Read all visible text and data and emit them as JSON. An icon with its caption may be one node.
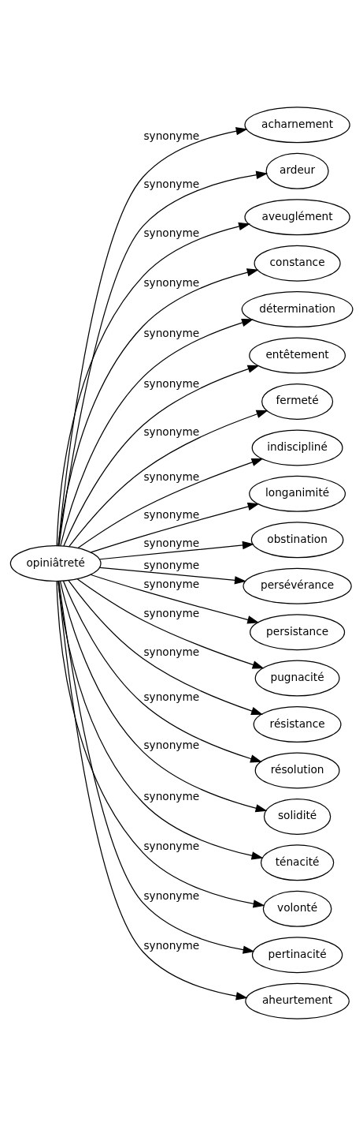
{
  "diagram": {
    "nodes": [
      {
        "text": [
          "opiniâtreté"
        ]
      },
      {
        "text": [
          "acharnement"
        ]
      },
      {
        "text": [
          "ardeur"
        ]
      },
      {
        "text": [
          "aveuglément"
        ]
      },
      {
        "text": [
          "constance"
        ]
      },
      {
        "text": [
          "détermination"
        ]
      },
      {
        "text": [
          "entêtement"
        ]
      },
      {
        "text": [
          "fermeté"
        ]
      },
      {
        "text": [
          "indiscipliné"
        ]
      },
      {
        "text": [
          "longanimité"
        ]
      },
      {
        "text": [
          "obstination"
        ]
      },
      {
        "text": [
          "persévérance"
        ]
      },
      {
        "text": [
          "persistance"
        ]
      },
      {
        "text": [
          "pugnacité"
        ]
      },
      {
        "text": [
          "résistance"
        ]
      },
      {
        "text": [
          "résolution"
        ]
      },
      {
        "text": [
          "solidité"
        ]
      },
      {
        "text": [
          "ténacité"
        ]
      },
      {
        "text": [
          "volonté"
        ]
      },
      {
        "text": [
          "pertinacité"
        ]
      },
      {
        "text": [
          "aheurtement"
        ]
      }
    ],
    "edges": [
      {
        "from": 0,
        "to": 1,
        "arrow": "to",
        "label": "synonyme"
      },
      {
        "from": 0,
        "to": 2,
        "arrow": "to",
        "label": "synonyme"
      },
      {
        "from": 0,
        "to": 3,
        "arrow": "to",
        "label": "synonyme"
      },
      {
        "from": 0,
        "to": 4,
        "arrow": "to",
        "label": "synonyme"
      },
      {
        "from": 0,
        "to": 5,
        "arrow": "to",
        "label": "synonyme"
      },
      {
        "from": 0,
        "to": 6,
        "arrow": "to",
        "label": "synonyme"
      },
      {
        "from": 0,
        "to": 7,
        "arrow": "to",
        "label": "synonyme"
      },
      {
        "from": 0,
        "to": 8,
        "arrow": "to",
        "label": "synonyme"
      },
      {
        "from": 0,
        "to": 9,
        "arrow": "to",
        "label": "synonyme"
      },
      {
        "from": 0,
        "to": 10,
        "arrow": "to",
        "label": "synonyme"
      },
      {
        "from": 0,
        "to": 11,
        "arrow": "to",
        "label": "synonyme"
      },
      {
        "from": 0,
        "to": 12,
        "arrow": "to",
        "label": "synonyme"
      },
      {
        "from": 0,
        "to": 13,
        "arrow": "to",
        "label": "synonyme"
      },
      {
        "from": 0,
        "to": 14,
        "arrow": "to",
        "label": "synonyme"
      },
      {
        "from": 0,
        "to": 15,
        "arrow": "to",
        "label": "synonyme"
      },
      {
        "from": 0,
        "to": 16,
        "arrow": "to",
        "label": "synonyme"
      },
      {
        "from": 0,
        "to": 17,
        "arrow": "to",
        "label": "synonyme"
      },
      {
        "from": 0,
        "to": 18,
        "arrow": "to",
        "label": "synonyme"
      },
      {
        "from": 0,
        "to": 19,
        "arrow": "to",
        "label": "synonyme"
      },
      {
        "from": 0,
        "to": 20,
        "arrow": "to",
        "label": "synonyme"
      }
    ]
  }
}
